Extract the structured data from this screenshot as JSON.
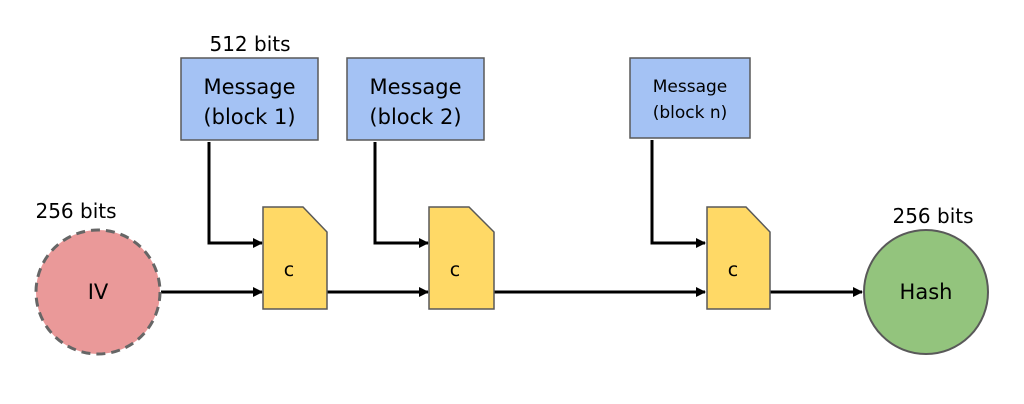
{
  "colors": {
    "message_fill": "#a4c2f4",
    "compress_fill": "#ffd966",
    "iv_fill": "#ea9999",
    "hash_fill": "#93c47d",
    "stroke": "#595959",
    "arrow": "#000000"
  },
  "labels": {
    "block_size": "512 bits",
    "iv_size": "256 bits",
    "hash_size": "256 bits"
  },
  "iv": {
    "label": "IV"
  },
  "hash": {
    "label": "Hash"
  },
  "messages": [
    {
      "line1": "Message",
      "line2": "(block 1)"
    },
    {
      "line1": "Message",
      "line2": "(block 2)"
    },
    {
      "line1": "Message",
      "line2": "(block n)"
    }
  ],
  "compress": [
    {
      "label": "c"
    },
    {
      "label": "c"
    },
    {
      "label": "c"
    }
  ]
}
